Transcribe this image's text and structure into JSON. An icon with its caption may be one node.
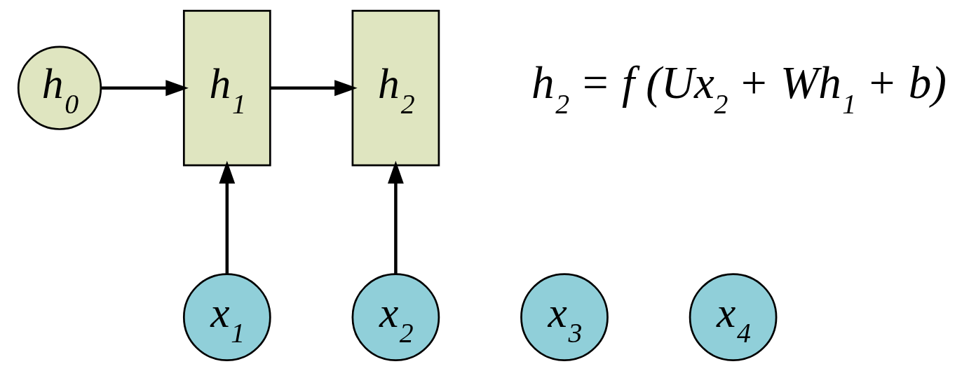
{
  "diagram": {
    "nodes": [
      {
        "text": [
          "h$_{0}$"
        ]
      },
      {
        "text": [
          "h$_{1}$"
        ]
      },
      {
        "text": [
          "h$_{2}$"
        ]
      },
      {
        "text": [
          "x$_{1}$"
        ]
      },
      {
        "text": [
          "x$_{2}$"
        ]
      },
      {
        "text": [
          "x$_{3}$"
        ]
      },
      {
        "text": [
          "x$_{4}$"
        ]
      }
    ],
    "edges": [
      {
        "from": 0,
        "to": 1,
        "arrow": "to"
      },
      {
        "from": 1,
        "to": 2,
        "arrow": "to"
      },
      {
        "from": 3,
        "to": 1,
        "arrow": "to"
      },
      {
        "from": 4,
        "to": 2,
        "arrow": "to"
      }
    ],
    "labels": [
      "h$_{2}$ = f (Ux$_{2}$ + Wh$_{1}$ + b)"
    ]
  }
}
